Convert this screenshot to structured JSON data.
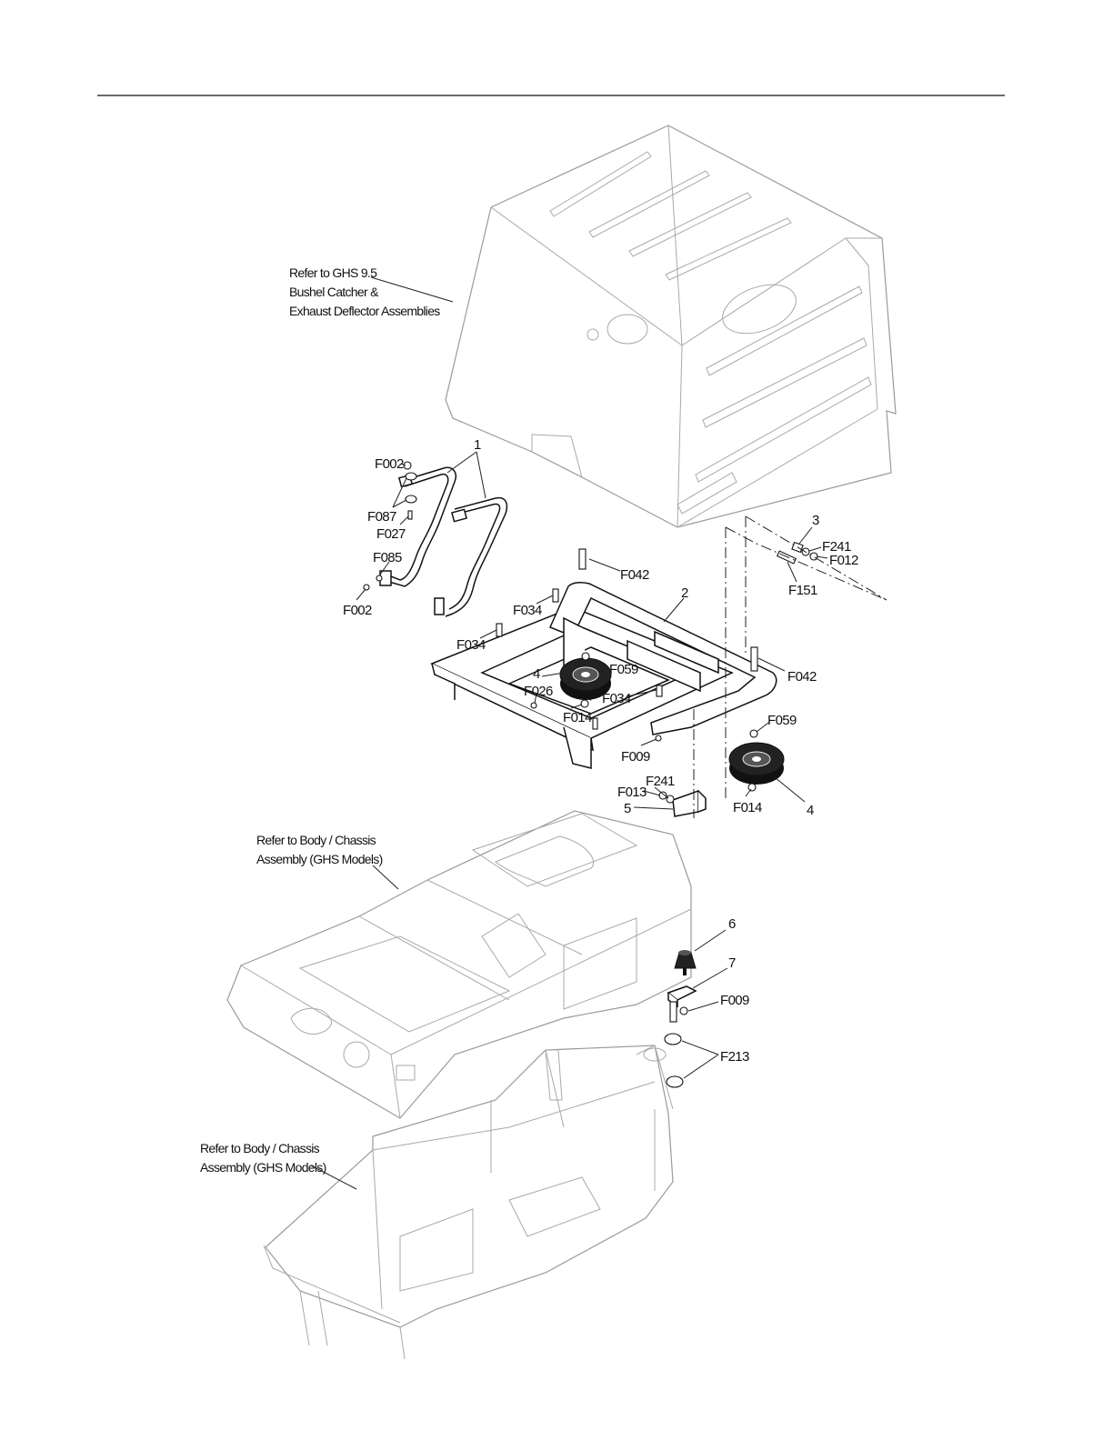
{
  "notes": {
    "catcher": [
      "Refer to GHS 9.5",
      "Bushel Catcher &",
      "Exhaust Deflector Assemblies"
    ],
    "body": [
      "Refer to Body / Chassis",
      "Assembly (GHS Models)"
    ],
    "chassis": [
      "Refer to Body / Chassis",
      "Assembly (GHS Models)"
    ]
  },
  "callouts": {
    "c1": "1",
    "c2": "2",
    "c3": "3",
    "c4a": "4",
    "c4b": "4",
    "c5": "5",
    "c6": "6",
    "c7": "7",
    "f002a": "F002",
    "f087": "F087",
    "f027": "F027",
    "f085": "F085",
    "f002b": "F002",
    "f042a": "F042",
    "f034a": "F034",
    "f034b": "F034",
    "f034c": "F034",
    "f241a": "F241",
    "f012": "F012",
    "f151": "F151",
    "f042b": "F042",
    "f059a": "F059",
    "f026": "F026",
    "f014a": "F014",
    "f059b": "F059",
    "f009a": "F009",
    "f013": "F013",
    "f241b": "F241",
    "f014b": "F014",
    "f009b": "F009",
    "f213": "F213"
  }
}
